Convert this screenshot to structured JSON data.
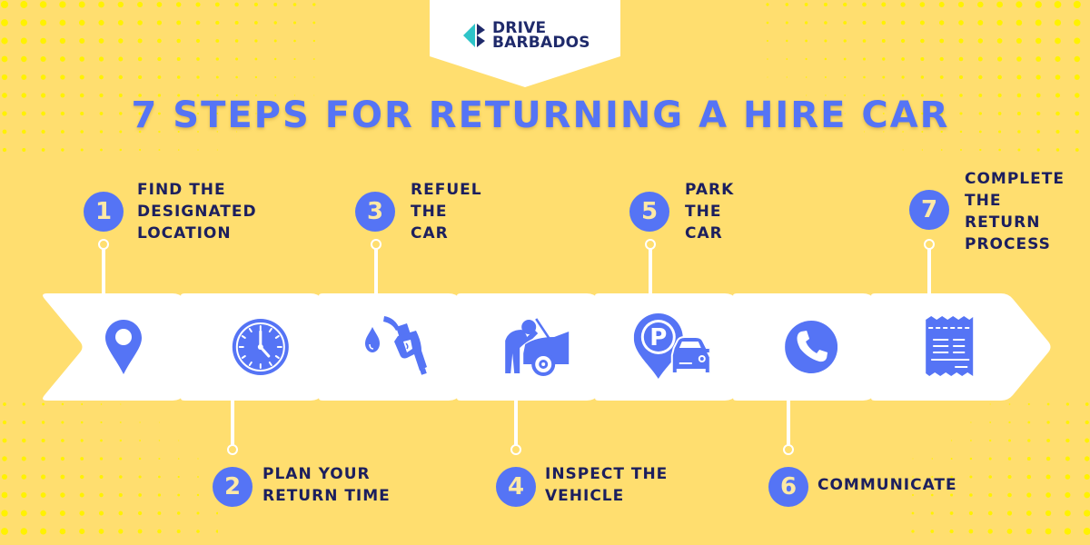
{
  "brand": {
    "line1": "DRIVE",
    "line2": "BARBADOS",
    "mark_colors": {
      "teal": "#2EC4C8",
      "navy": "#1F2A6B"
    }
  },
  "title": "7 STEPS FOR RETURNING A HIRE CAR",
  "colors": {
    "background": "#FFDE6F",
    "dots": "#FFF200",
    "accent_blue": "#5574F5",
    "label_navy": "#1C1F5E",
    "number_text": "#FDE9A6",
    "chevron_fill": "#FFFFFF"
  },
  "steps": [
    {
      "number": "1",
      "label": "FIND THE\nDESIGNATED\nLOCATION",
      "icon": "map-pin-icon",
      "position": "top"
    },
    {
      "number": "2",
      "label": "PLAN YOUR\nRETURN TIME",
      "icon": "clock-icon",
      "position": "bottom"
    },
    {
      "number": "3",
      "label": "REFUEL\nTHE\nCAR",
      "icon": "fuel-nozzle-icon",
      "position": "top"
    },
    {
      "number": "4",
      "label": "INSPECT THE\nVEHICLE",
      "icon": "mechanic-inspecting-car-icon",
      "position": "bottom"
    },
    {
      "number": "5",
      "label": "PARK\nTHE\nCAR",
      "icon": "parking-car-icon",
      "position": "top"
    },
    {
      "number": "6",
      "label": "COMMUNICATE",
      "icon": "phone-icon",
      "position": "bottom"
    },
    {
      "number": "7",
      "label": "COMPLETE\nTHE\nRETURN\nPROCESS",
      "icon": "receipt-icon",
      "position": "top"
    }
  ]
}
